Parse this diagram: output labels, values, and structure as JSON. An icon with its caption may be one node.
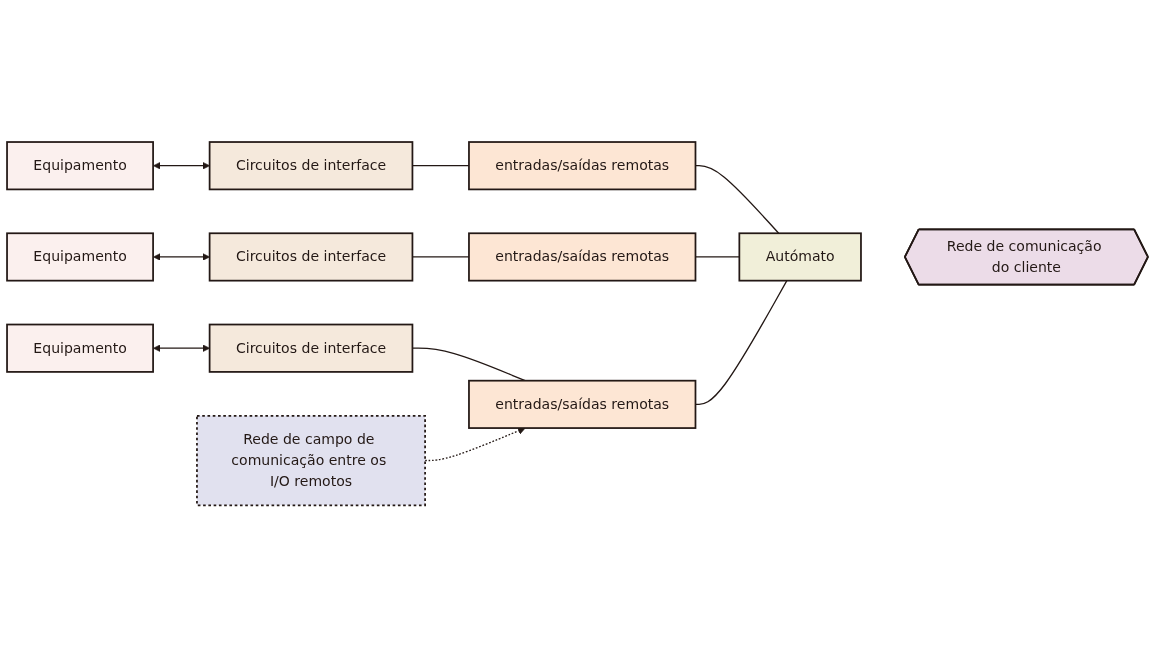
{
  "diagram": {
    "nodes": [
      {
        "text": [
          "Equipamento"
        ]
      },
      {
        "text": [
          "Circuitos de interface"
        ]
      },
      {
        "text": [
          "entradas/saídas remotas"
        ]
      },
      {
        "text": [
          "Equipamento"
        ]
      },
      {
        "text": [
          "Circuitos de interface"
        ]
      },
      {
        "text": [
          "entradas/saídas remotas"
        ]
      },
      {
        "text": [
          "Equipamento"
        ]
      },
      {
        "text": [
          "Circuitos de interface"
        ]
      },
      {
        "text": [
          "entradas/saídas remotas"
        ]
      },
      {
        "text": [
          "Autómato"
        ]
      },
      {
        "text": [
          "Rede de comunicação do cliente"
        ]
      },
      {
        "text": [
          "Rede de campo de comunicação entre os I/O remotos"
        ]
      }
    ],
    "edges": [
      {
        "from": 0,
        "to": 1,
        "arrow": "both"
      },
      {
        "from": 1,
        "to": 2,
        "arrow": "none"
      },
      {
        "from": 3,
        "to": 4,
        "arrow": "both"
      },
      {
        "from": 4,
        "to": 5,
        "arrow": "none"
      },
      {
        "from": 6,
        "to": 7,
        "arrow": "both"
      },
      {
        "from": 7,
        "to": 8,
        "arrow": "none"
      },
      {
        "from": 2,
        "to": 9,
        "arrow": "none"
      },
      {
        "from": 5,
        "to": 9,
        "arrow": "none"
      },
      {
        "from": 8,
        "to": 9,
        "arrow": "none"
      },
      {
        "from": 11,
        "to": 8,
        "arrow": "to",
        "style": "dashed"
      }
    ]
  }
}
